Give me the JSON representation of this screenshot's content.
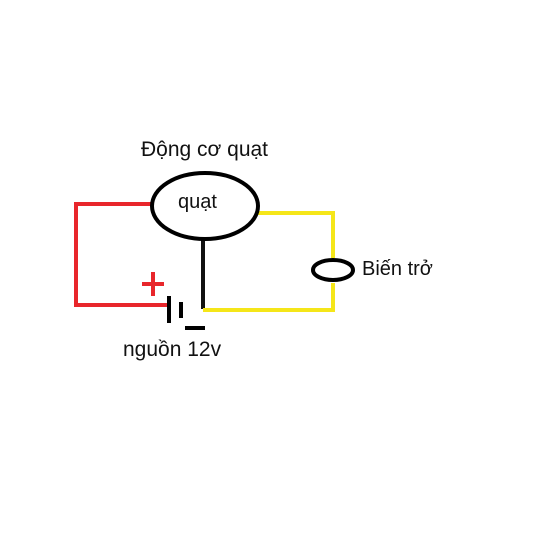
{
  "labels": {
    "title": "Động cơ quạt",
    "fan": "quạt",
    "resistor": "Biến trở",
    "source": "nguồn 12v",
    "plus": "+",
    "minus": "-"
  },
  "colors": {
    "positive_wire": "#e8262b",
    "negative_wire": "#111111",
    "resistor_wire": "#f5e619",
    "component_outline": "#000000",
    "background": "#ffffff"
  }
}
